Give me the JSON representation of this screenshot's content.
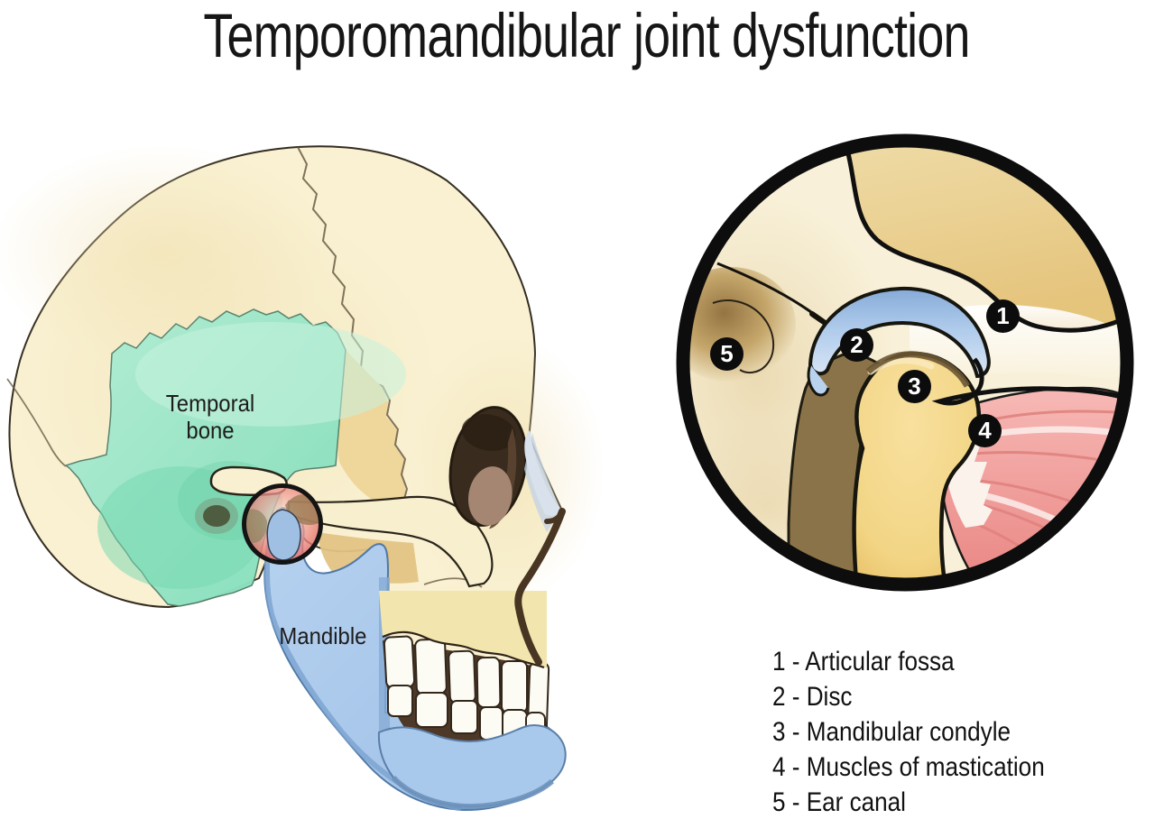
{
  "title": "Temporomandibular joint dysfunction",
  "skull_diagram": {
    "labels": {
      "temporal_bone": "Temporal bone",
      "mandible": "Mandible"
    }
  },
  "inset": {
    "markers": [
      {
        "num": "1",
        "name": "Articular fossa"
      },
      {
        "num": "2",
        "name": "Disc"
      },
      {
        "num": "3",
        "name": "Mandibular condyle"
      },
      {
        "num": "4",
        "name": "Muscles of mastication"
      },
      {
        "num": "5",
        "name": "Ear canal"
      }
    ]
  },
  "legend": {
    "items": [
      {
        "label": "1 - Articular fossa"
      },
      {
        "label": "2 - Disc"
      },
      {
        "label": "3 - Mandibular condyle"
      },
      {
        "label": "4 - Muscles of mastication"
      },
      {
        "label": "5 - Ear canal"
      }
    ]
  },
  "colors": {
    "bone_cream": "#F9F1D2",
    "temporal_bone_green": "#9BE5C5",
    "mandible_blue": "#A9C9EC",
    "condyle_yellow": "#F2D585",
    "disc_blue": "#A6C6EA",
    "muscle_pink": "#F2A3A3",
    "ear_canal_brown": "#8B7349",
    "highlight_red": "#E97F7A",
    "marker_black": "#0C0C0C",
    "text_black": "#161616"
  }
}
